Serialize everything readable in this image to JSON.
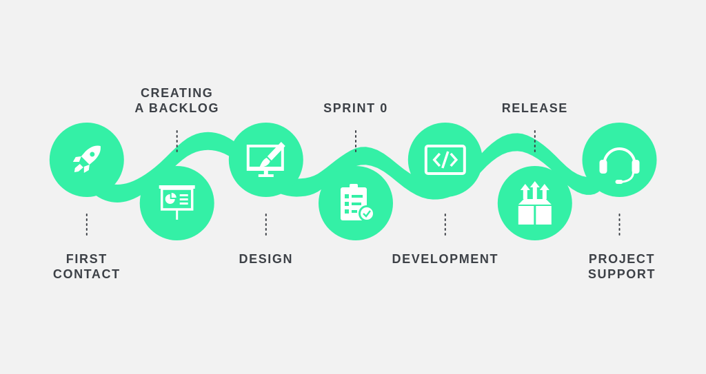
{
  "colors": {
    "background": "#f2f2f2",
    "circle": "#34f0a6",
    "icon": "#ffffff",
    "text": "#3d4147",
    "dots": "#3d4147"
  },
  "steps": [
    {
      "label_lines": [
        "FIRST",
        "CONTACT"
      ],
      "icon": "rocket-icon"
    },
    {
      "label_lines": [
        "CREATING",
        "A BACKLOG"
      ],
      "icon": "presentation-board-icon"
    },
    {
      "label_lines": [
        "DESIGN"
      ],
      "icon": "monitor-brush-icon"
    },
    {
      "label_lines": [
        "SPRINT 0"
      ],
      "icon": "clipboard-checklist-icon"
    },
    {
      "label_lines": [
        "DEVELOPMENT"
      ],
      "icon": "code-window-icon"
    },
    {
      "label_lines": [
        "RELEASE"
      ],
      "icon": "box-arrows-up-icon"
    },
    {
      "label_lines": [
        "PROJECT",
        "SUPPORT"
      ],
      "icon": "headset-icon"
    }
  ]
}
